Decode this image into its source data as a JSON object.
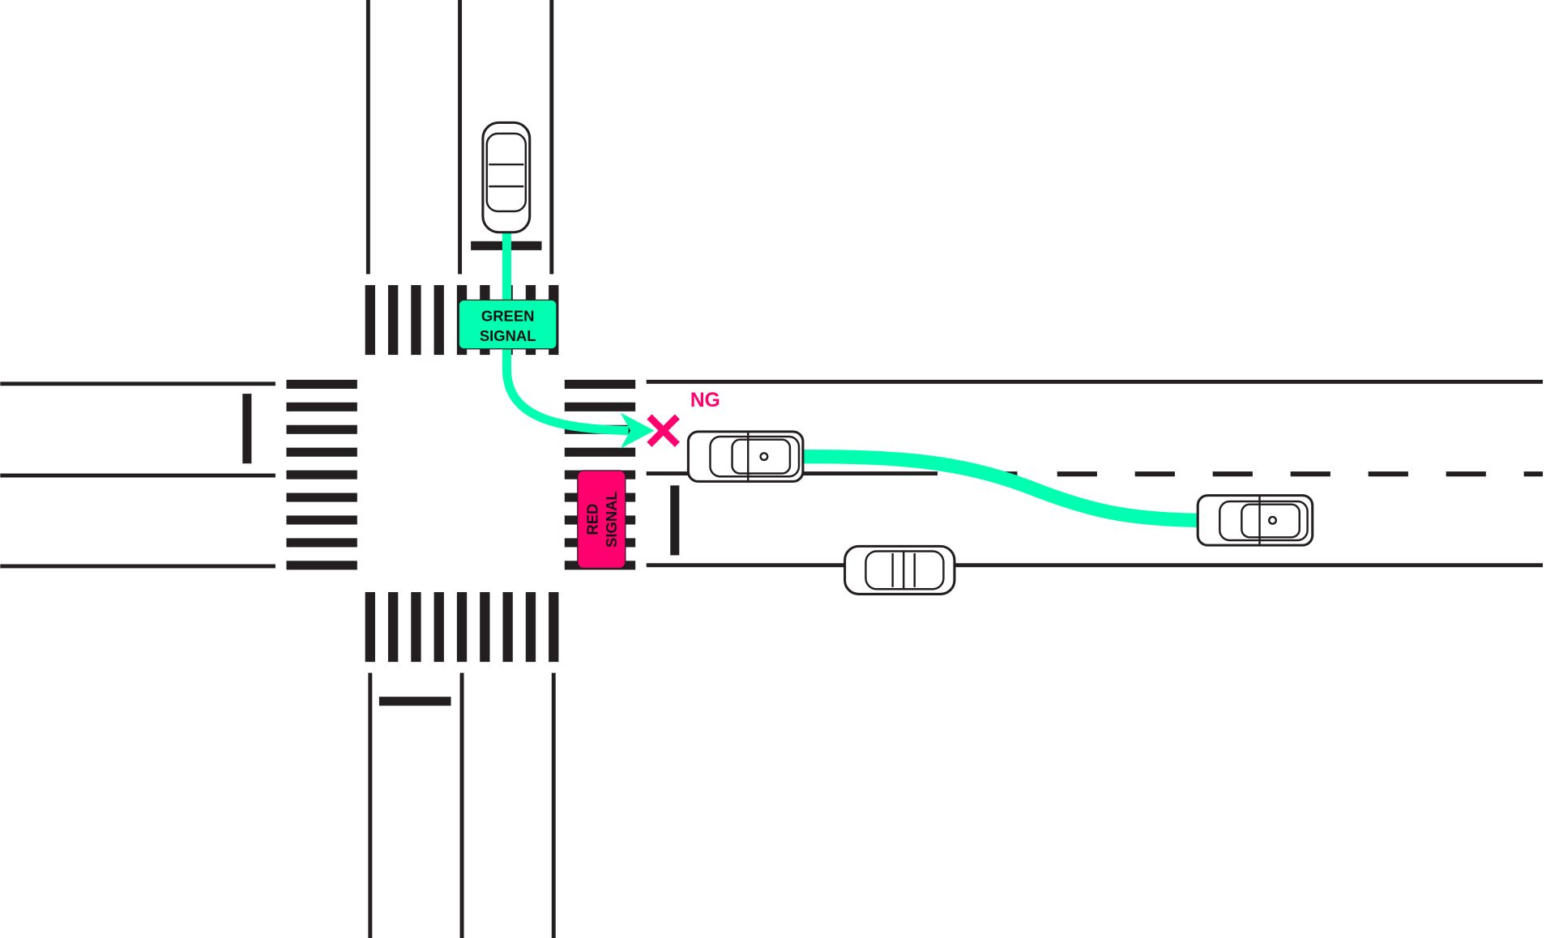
{
  "labels": {
    "green_signal_line1": "GREEN",
    "green_signal_line2": "SIGNAL",
    "red_signal_line1": "RED",
    "red_signal_line2": "SIGNAL",
    "ng": "NG"
  },
  "colors": {
    "road_marking": "#231f20",
    "green_signal": "#00ffb0",
    "path": "#00ffb0",
    "red_signal": "#ff006e",
    "ng": "#ff006e"
  }
}
